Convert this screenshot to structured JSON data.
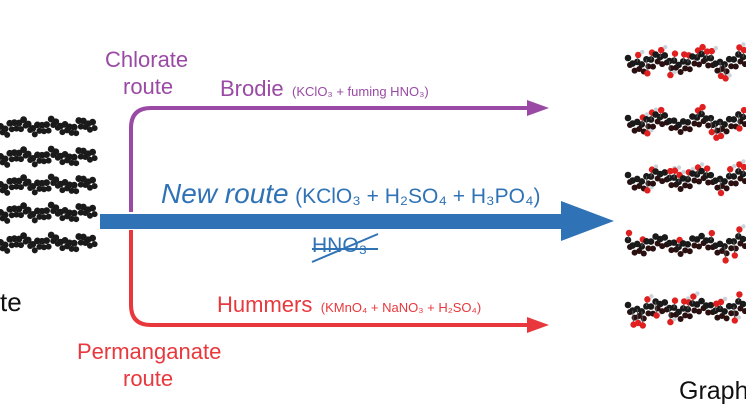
{
  "left_label": "te",
  "right_label": "Graph",
  "chlorate": {
    "line1": "Chlorate",
    "line2": "route",
    "color": "#9a4aa5"
  },
  "brodie": {
    "name": "Brodie",
    "reagents": "(KClO₃ + fuming HNO₃)",
    "color": "#9a4aa5"
  },
  "new_route": {
    "name": "New route",
    "reagents": "(KClO₃ + H₂SO₄ + H₃PO₄)",
    "color": "#2f73b6",
    "excluded": "HNO₃"
  },
  "hummers": {
    "name": "Hummers",
    "reagents": "(KMnO₄ + NaNO₃ + H₂SO₄)",
    "color": "#e8383d"
  },
  "permanganate": {
    "line1": "Permanganate",
    "line2": "route",
    "color": "#e8383d"
  },
  "colors": {
    "carbon": "#1a1a1a",
    "oxygen": "#e01f1f",
    "hydrogen": "#c9d3d9",
    "bond": "#555555"
  },
  "icons": [
    "graphite-stack-icon",
    "graphite-oxide-stack-icon"
  ]
}
